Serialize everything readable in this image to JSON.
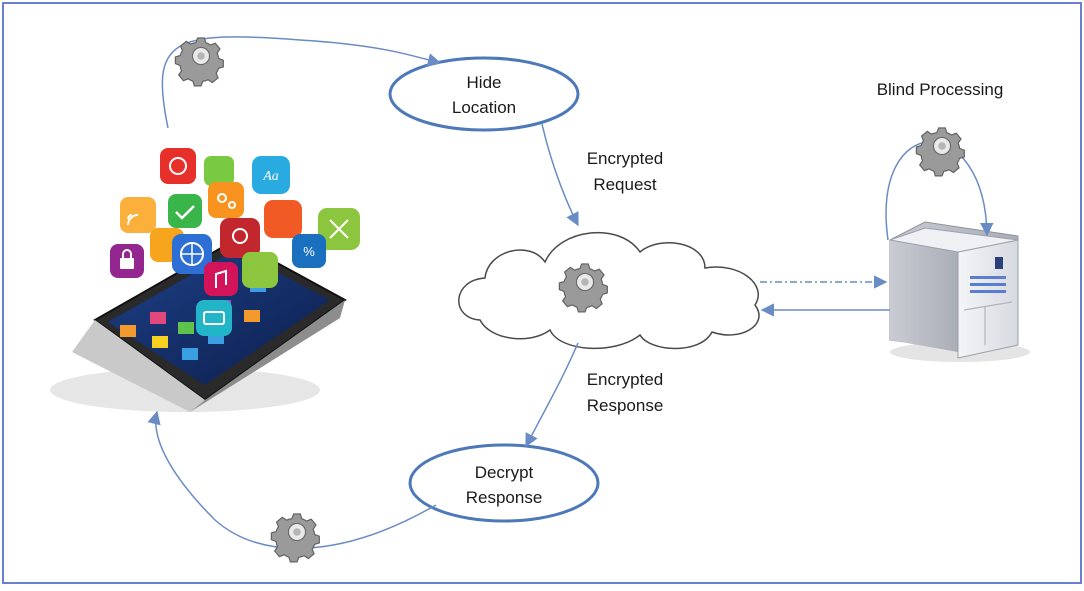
{
  "nodes": {
    "hide_location": [
      "Hide",
      "Location"
    ],
    "decrypt_response": [
      "Decrypt",
      "Response"
    ]
  },
  "edges": {
    "encrypted_request": [
      "Encrypted",
      "Request"
    ],
    "encrypted_response": [
      "Encrypted",
      "Response"
    ]
  },
  "server": {
    "label": "Blind Processing"
  },
  "colors": {
    "frame": "#6b7fd0",
    "ellipse": "#4d79b8",
    "arrow": "#6a8cc4",
    "gear": "#8a8a8a"
  },
  "icons": [
    "smartphone-with-app-icons",
    "gear-icon",
    "cloud-icon",
    "server-icon"
  ]
}
